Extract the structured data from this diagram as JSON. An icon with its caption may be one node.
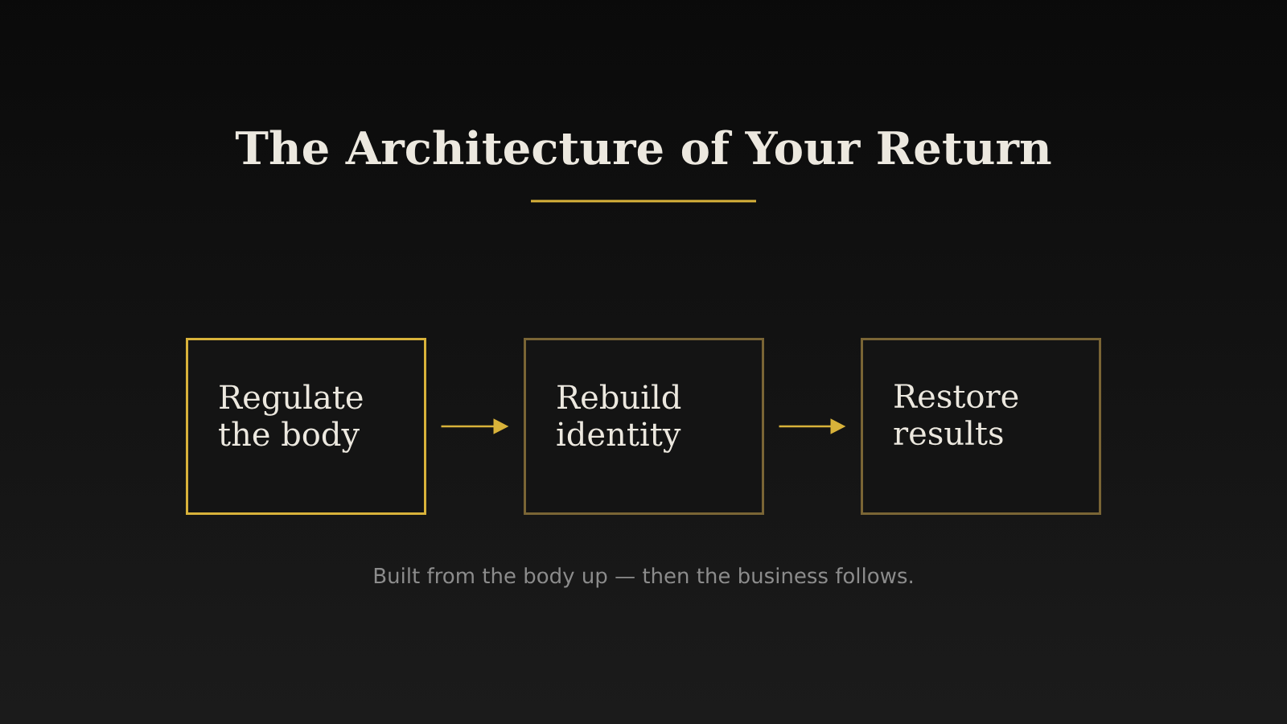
{
  "diagram": {
    "title": "The Architecture of Your Return",
    "caption": "Built from the body up — then the business follows.",
    "nodes": [
      {
        "text": [
          "Regulate the body"
        ]
      },
      {
        "text": [
          "Rebuild identity"
        ]
      },
      {
        "text": [
          "Restore results"
        ]
      }
    ],
    "edges": [
      {
        "from": 0,
        "to": 1,
        "arrow": "to"
      },
      {
        "from": 1,
        "to": 2,
        "arrow": "to"
      }
    ]
  }
}
